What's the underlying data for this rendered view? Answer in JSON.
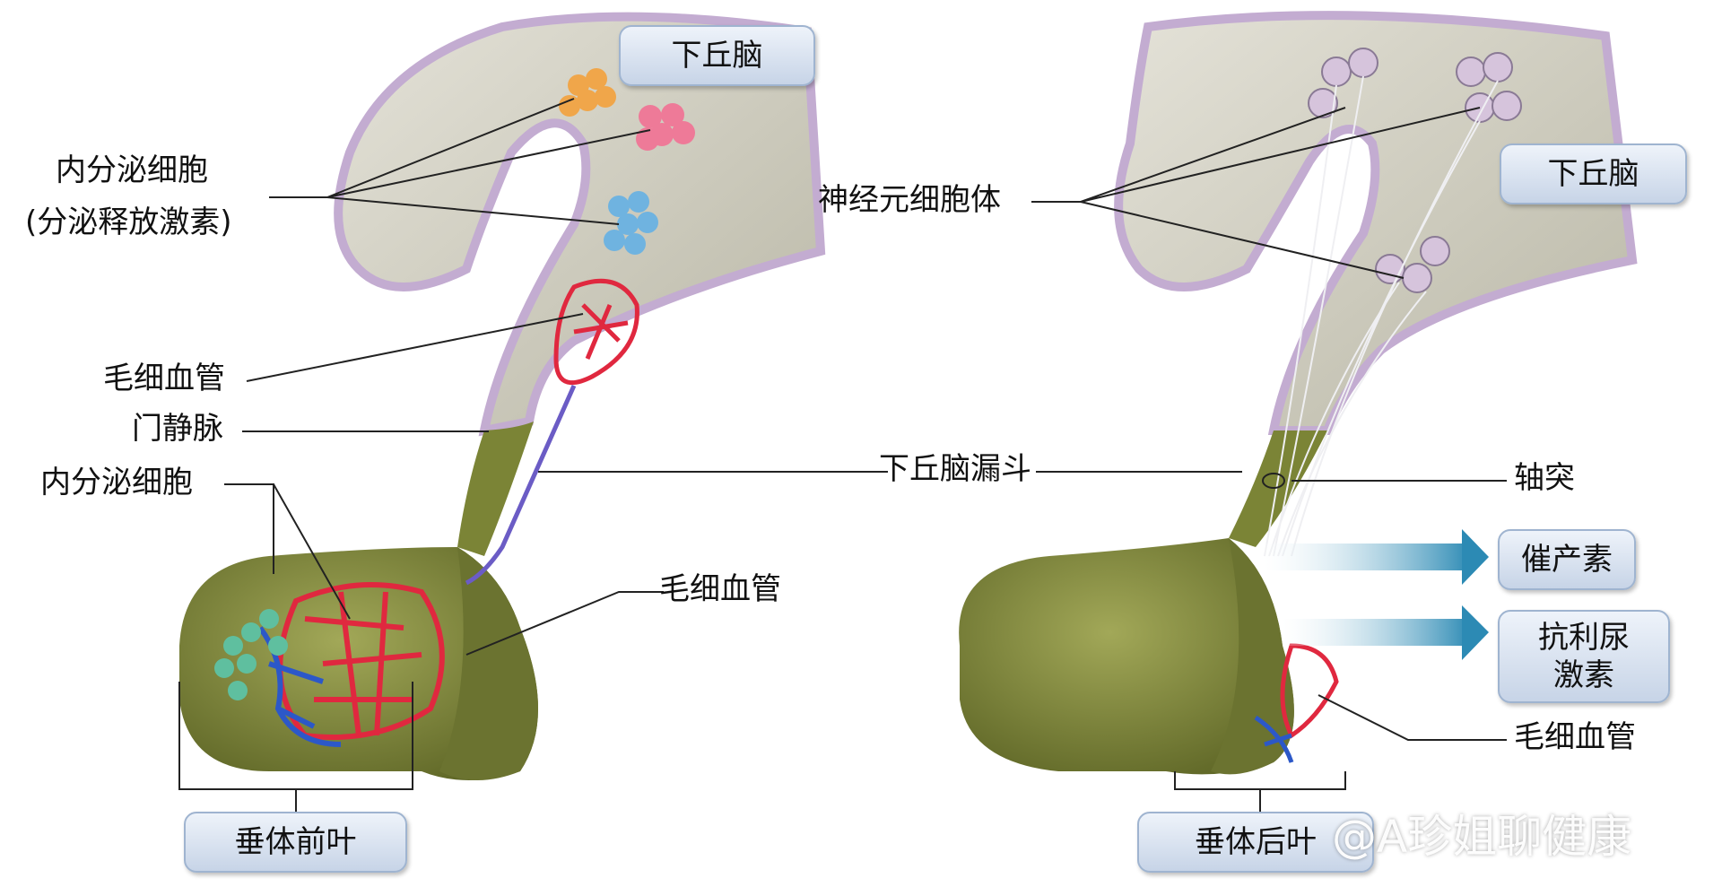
{
  "left_panel": {
    "hypothalamus": "下丘脑",
    "endocrine_cells_top": "内分泌细胞",
    "endocrine_cells_top_note": "(分泌释放激素)",
    "capillary_upper": "毛细血管",
    "portal_vein": "门静脉",
    "endocrine_cells_lower": "内分泌细胞",
    "capillary_lower": "毛细血管",
    "anterior_pituitary": "垂体前叶"
  },
  "center": {
    "infundibulum": "下丘脑漏斗"
  },
  "right_panel": {
    "hypothalamus": "下丘脑",
    "neuron_cell_bodies": "神经元细胞体",
    "axon": "轴突",
    "oxytocin": "催产素",
    "adh_line1": "抗利尿",
    "adh_line2": "激素",
    "capillary": "毛细血管",
    "posterior_pituitary": "垂体后叶"
  },
  "watermark": "@A珍姐聊健康",
  "colors": {
    "brain": "#cfcdbf",
    "membrane": "#c3acd1",
    "gland": "#7b8436",
    "artery": "#e0283f",
    "vein": "#2c58c8",
    "arrow": "#2f8fb8",
    "box_fill": "#dfe7f2"
  }
}
